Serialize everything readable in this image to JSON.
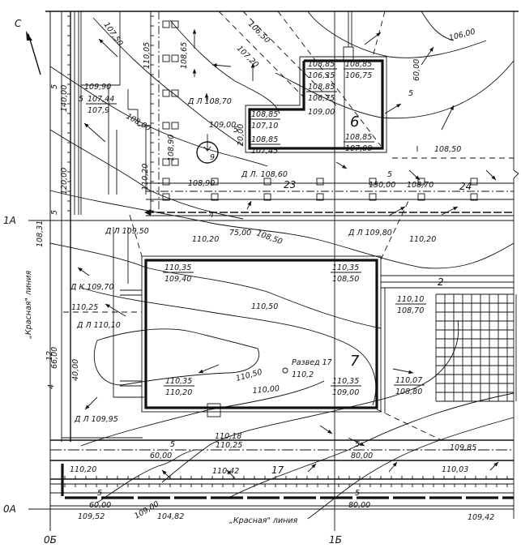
{
  "north_arrow": {
    "label": "С"
  },
  "axes": {
    "horizontal": [
      {
        "id": "1A",
        "label": "1А"
      },
      {
        "id": "0A",
        "label": "0А"
      }
    ],
    "vertical": [
      {
        "id": "0B",
        "label": "0Б"
      },
      {
        "id": "1B",
        "label": "1Б"
      }
    ]
  },
  "buildings": [
    {
      "id": "6",
      "label": "6",
      "corner_marks": [
        {
          "top": "108,85",
          "bottom": "106,35"
        },
        {
          "top": "108,85",
          "bottom": "106,75"
        },
        {
          "top": "108,85",
          "bottom": "106,75"
        },
        {
          "top": "108,85",
          "bottom": "107,10"
        },
        {
          "top": "108,85",
          "bottom": "107,45"
        },
        {
          "top": "108,85",
          "bottom": "107,00"
        }
      ],
      "floor_mark": "109,00"
    },
    {
      "id": "7",
      "label": "7",
      "corner_marks": [
        {
          "top": "110,35",
          "bottom": "109,40"
        },
        {
          "top": "110,35",
          "bottom": "108,50"
        },
        {
          "top": "110,35",
          "bottom": "110,20"
        },
        {
          "top": "110,35",
          "bottom": "109,00"
        }
      ],
      "floor_mark": "110,50"
    }
  ],
  "contours": [
    "107,20",
    "107,50",
    "106,00",
    "106,50",
    "108,00",
    "108,50",
    "110,00",
    "110,50"
  ],
  "contour_labels": {
    "c1": "107,50",
    "c2": "107,20",
    "c3": "106,50",
    "c4": "106,00",
    "c5": "108,00",
    "c6": "108,50",
    "c7": "110,50",
    "c8": "110,00",
    "c9": "109,00"
  },
  "spot_elevations": {
    "top_left_mark": "109,90",
    "well_num": "5",
    "well_top": "107,44",
    "well_bottom": "107,9",
    "mark_110_05": "110,05",
    "mark_108_65": "108,65",
    "d_108_70": "Д Л 108,70",
    "mark_109_00_b6": "109,00",
    "dim_20": "20,00",
    "slope_5a": "5",
    "d_108_60": "Д Л. 108,60",
    "mark_108_90": "108,90",
    "mark_108_90b": "108,90",
    "mark_110_20_v": "110,20",
    "dim_150": "150,00",
    "mark_108_70": "108,70",
    "label_23": "23",
    "label_24": "24",
    "slope_5b": "5",
    "mark_108_50": "108,50",
    "dim_60_v": "60,00",
    "slope_5c": "5",
    "d_109_50": "Д Л 109,50",
    "mark_110_20_a": "110,20",
    "dim_75": "75,00",
    "d_109_80": "Д Л 109,80",
    "mark_110_20_b": "110,20",
    "dim_4": "4",
    "mark_108_31": "108,31",
    "red_line_v": "„Красная\" линия",
    "d_109_70": "Д К 109,70",
    "mark_110_25": "110,25",
    "d_110_10": "Д Л 110,10",
    "dim_66": "66,00",
    "dim_40": "40,00",
    "slope_12": "12",
    "slope_4": "4",
    "d_109_95": "Д Л 109,95",
    "dim_120": "120,00",
    "dim_140": "140,00",
    "slope_5d": "5",
    "slope_5e": "5",
    "razved_top": "Развед 17",
    "razved_bottom": "110,2",
    "label_2": "2",
    "pad_top": "110,10",
    "pad_bottom": "108,70",
    "pad2_top": "110,07",
    "pad2_bottom": "108,80",
    "mark_110_18": "110,18",
    "mark_110_25b": "110,25",
    "mark_110_42": "110,42",
    "label_17": "17",
    "mark_109_85": "109,85",
    "mark_110_03": "110,03",
    "mark_110_20_c": "110,20",
    "dim_60_a": "60,00",
    "dim_80_a": "80,00",
    "slope_5f": "5",
    "slope_5g": "5",
    "dim_60_b": "60,00",
    "dim_80_b": "80,00",
    "slope_5h": "5",
    "slope_5i": "5",
    "mark_109_52": "109,52",
    "mark_109_00_road": "109,00",
    "mark_104_82": "104,82",
    "red_line_h": "„Красная\" линия",
    "mark_109_42": "109,42",
    "circle_9": "9"
  }
}
